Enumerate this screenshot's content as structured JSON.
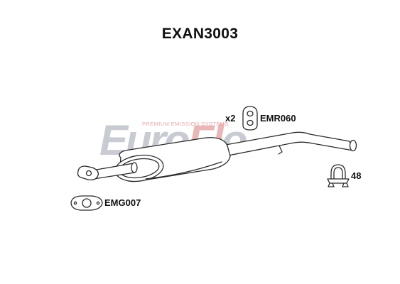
{
  "title": "EXAN3003",
  "watermark": {
    "logo_prefix": "Euro",
    "logo_accent": "Fl",
    "logo_suffix": "o",
    "tagline": "PREMIUM EMISSION SYSTEMS"
  },
  "parts": {
    "rubber_mount": {
      "quantity": "x2",
      "code": "EMR060"
    },
    "clamp": {
      "code": "48"
    },
    "gasket": {
      "code": "EMG007"
    }
  }
}
